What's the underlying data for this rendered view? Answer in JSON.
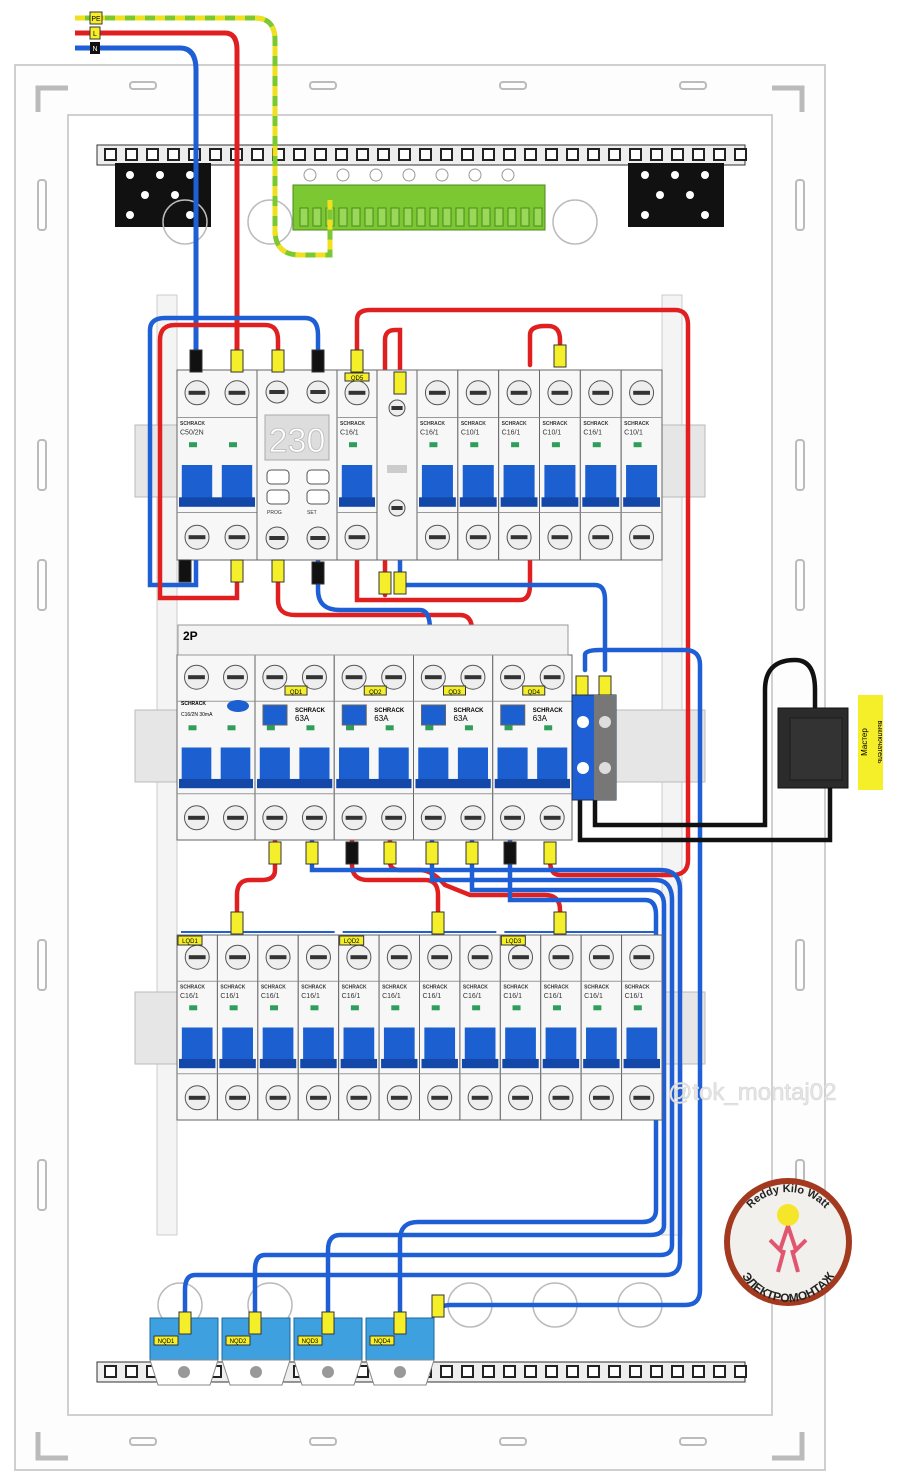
{
  "inputs": {
    "pe": "PE",
    "l": "L",
    "n": "N"
  },
  "brand": "SCHRACK",
  "row1": {
    "main_breaker": "C50/2N",
    "relay_display": "230",
    "relay_buttons": [
      "PROG",
      "+",
      "-",
      "SET"
    ],
    "single_breaker": "C16/1",
    "single_tag": "QD5",
    "breakers": [
      "C16/1",
      "C10/1",
      "C16/1",
      "C10/1",
      "C16/1",
      "C10/1"
    ]
  },
  "row2": {
    "label": "2P",
    "rcbo": "C16/2N 30mA",
    "rcds": [
      {
        "tag": "QD1",
        "rating": "63A"
      },
      {
        "tag": "QD2",
        "rating": "63A"
      },
      {
        "tag": "QD3",
        "rating": "63A"
      },
      {
        "tag": "QD4",
        "rating": "63A"
      }
    ]
  },
  "row3": {
    "group_tags": [
      "LQD1",
      "LQD2",
      "LQD3"
    ],
    "breakers": [
      "C16/1",
      "C16/1",
      "C16/1",
      "C16/1",
      "C16/1",
      "C16/1",
      "C16/1",
      "C16/1",
      "C16/1",
      "C16/1",
      "C16/1",
      "C16/1"
    ]
  },
  "n_terminals": [
    "NQD1",
    "NQD2",
    "NQD3",
    "NQD4"
  ],
  "master_switch": {
    "line1": "Мастер",
    "line2": "выключатель"
  },
  "watermark": "@tok_montaj02",
  "logo": {
    "top": "Reddy Kilo Watt",
    "bottom": "ЭЛЕКТРОМОНТАЖ"
  },
  "colors": {
    "phase": "#e02020",
    "neutral": "#1f5fd6",
    "pe_green": "#7cc832",
    "pe_yellow": "#f0e020",
    "toggle": "#1b5fd0",
    "tag": "#f5ef2a",
    "control": "#111111"
  }
}
